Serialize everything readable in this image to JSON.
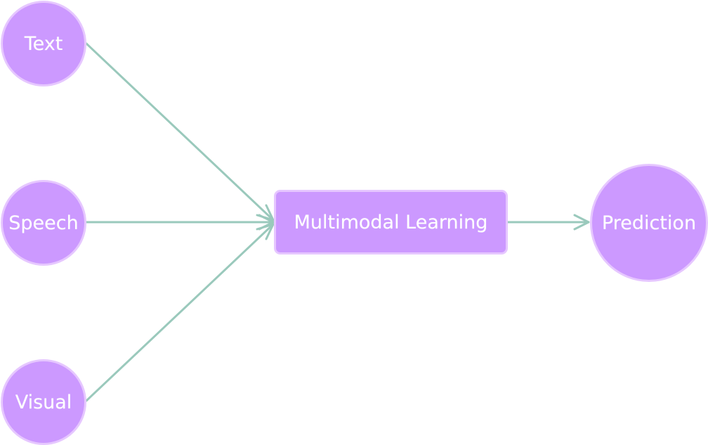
{
  "diagram": {
    "nodes": {
      "text": "Text",
      "speech": "Speech",
      "visual": "Visual",
      "multimodal_learning": "Multimodal Learning",
      "prediction": "Prediction"
    },
    "edges": [
      {
        "from": "Text",
        "to": "Multimodal Learning"
      },
      {
        "from": "Speech",
        "to": "Multimodal Learning"
      },
      {
        "from": "Visual",
        "to": "Multimodal Learning"
      },
      {
        "from": "Multimodal Learning",
        "to": "Prediction"
      }
    ],
    "colors": {
      "node_fill": "#cc99ff",
      "node_border": "#e6c7ff",
      "edge": "#9ac9bc",
      "label": "#ffffff"
    }
  }
}
